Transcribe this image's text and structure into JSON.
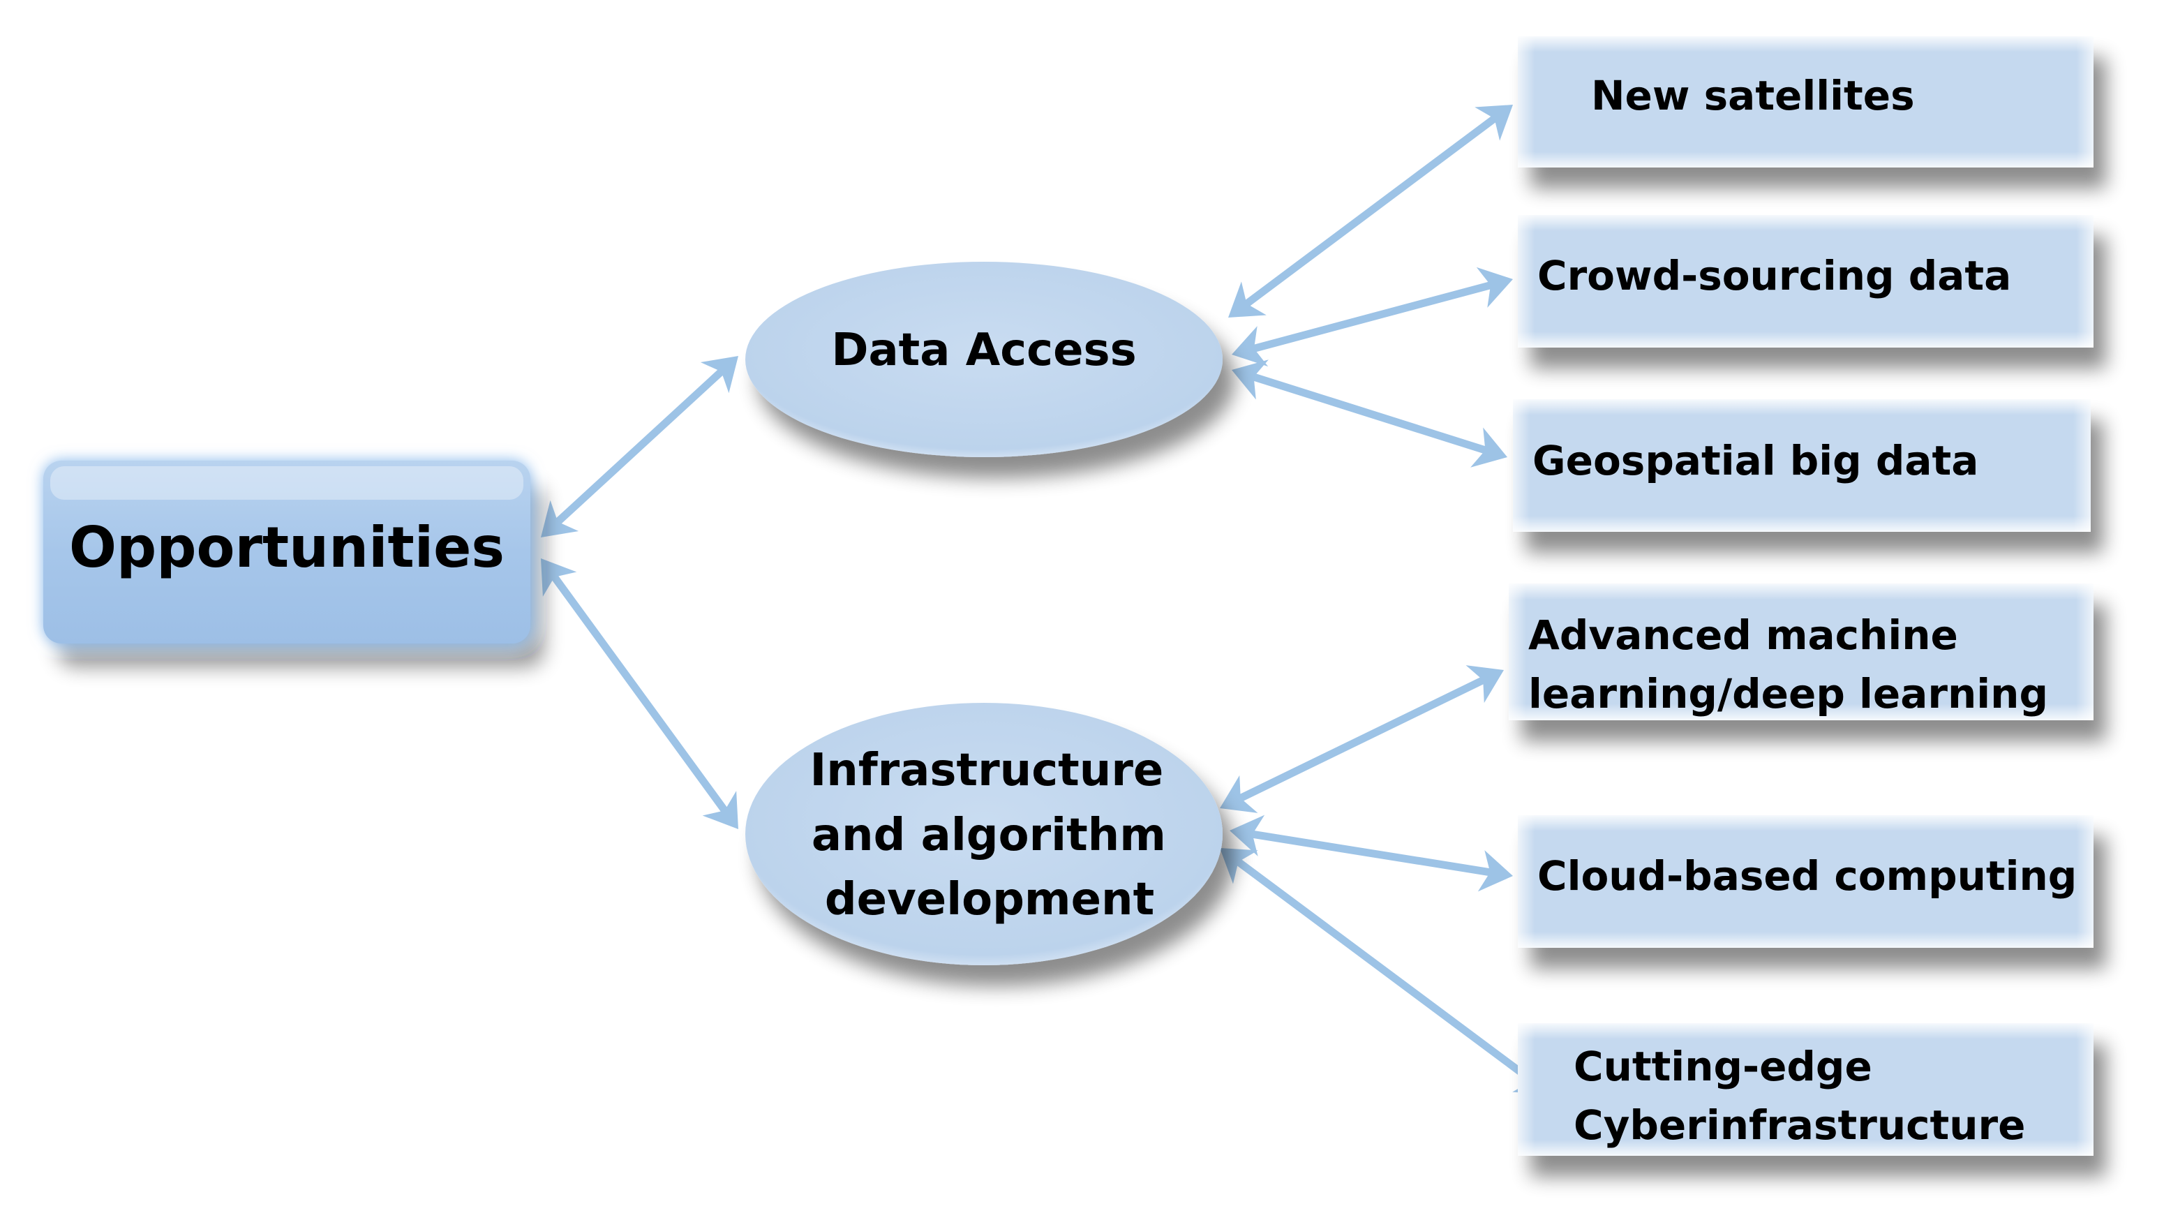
{
  "root": {
    "label": "Opportunities"
  },
  "branches": [
    {
      "lines": [
        "Data Access"
      ],
      "leaves": [
        {
          "lines": [
            "New satellites"
          ]
        },
        {
          "lines": [
            "Crowd-sourcing data"
          ]
        },
        {
          "lines": [
            "Geospatial big data"
          ]
        }
      ]
    },
    {
      "lines": [
        "Infrastructure",
        "and algorithm",
        "development"
      ],
      "leaves": [
        {
          "lines": [
            "Advanced machine",
            "learning/deep learning"
          ]
        },
        {
          "lines": [
            "Cloud-based computing"
          ]
        },
        {
          "lines": [
            "Cutting-edge",
            "Cyberinfrastructure"
          ]
        }
      ]
    }
  ],
  "colors": {
    "arrow": "#9dc3e6",
    "node_fill": "#c5d9ef",
    "root_fill": "#a8c8ea",
    "root_glow": "#7ab0ea",
    "shadow": "#888888"
  }
}
